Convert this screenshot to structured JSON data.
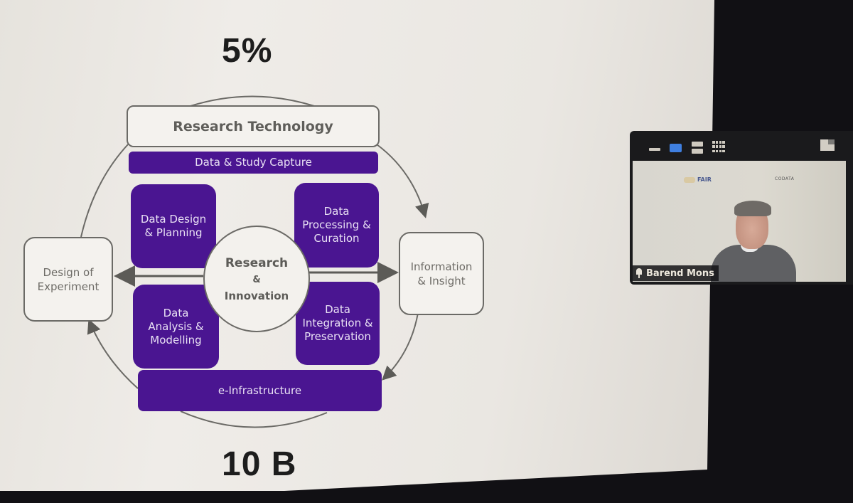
{
  "slide": {
    "top_figure": "5%",
    "bottom_figure": "10 B",
    "diagram": {
      "top_box": "Research Technology",
      "capture_bar": "Data & Study Capture",
      "left_box": [
        "Design of",
        "Experiment"
      ],
      "right_box": [
        "Information",
        "& Insight"
      ],
      "center": {
        "line1": "Research",
        "line2": "&",
        "line3": "Innovation"
      },
      "quadrants": {
        "top_left": [
          "Data Design",
          "& Planning"
        ],
        "top_right": [
          "Data",
          "Processing &",
          "Curation"
        ],
        "bottom_left": [
          "Data",
          "Analysis &",
          "Modelling"
        ],
        "bottom_right": [
          "Data",
          "Integration &",
          "Preservation"
        ]
      },
      "bottom_bar": "e-Infrastructure"
    },
    "colors": {
      "purple": "#4a1591",
      "outline": "#6b6a66",
      "background": "#ebe8e3"
    }
  },
  "video_panel": {
    "toolbar": {
      "minimize": "minimize-icon",
      "speaker_view": "speaker-view-icon",
      "film_strip": "film-strip-icon",
      "gallery_view": "gallery-view-icon",
      "exit_minimized": "exit-minimize-icon"
    },
    "participant": {
      "name": "Barend Mons",
      "status_icon": "spotlight-pin-icon"
    },
    "background_logos": {
      "left": "FAIR",
      "right": "CODATA"
    },
    "colors": {
      "active_view": "#3f7fe0"
    }
  }
}
